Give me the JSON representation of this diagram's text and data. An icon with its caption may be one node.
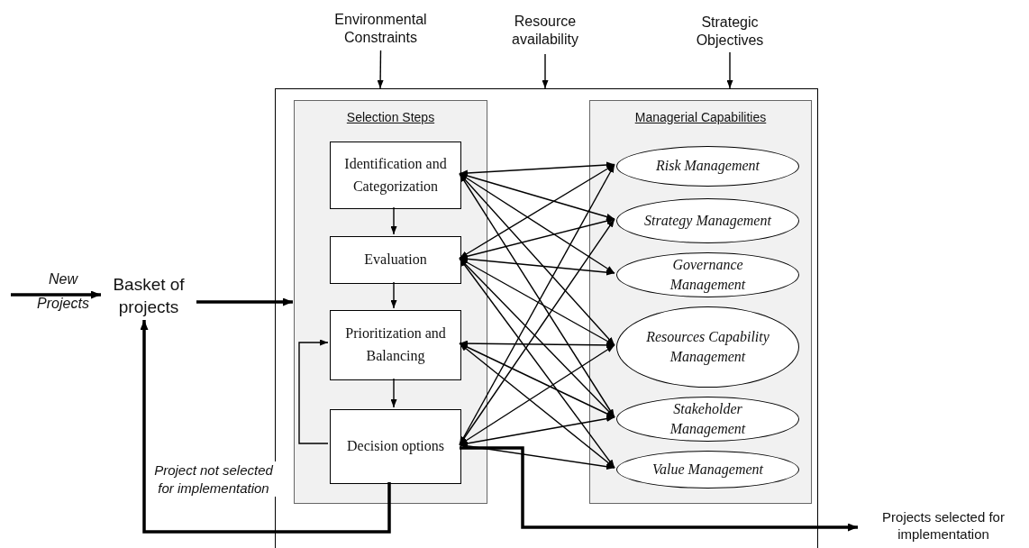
{
  "diagram": {
    "nodes": [
      {
        "text": [
          "Environmental Constraints"
        ]
      },
      {
        "text": [
          "Resource availability"
        ]
      },
      {
        "text": [
          "Strategic Objectives"
        ]
      },
      {
        "text": [],
        "shape": "box"
      },
      {
        "text": [
          "Selection Steps"
        ],
        "in": 3
      },
      {
        "text": [
          "Identification and Categorization"
        ],
        "in": 4
      },
      {
        "text": [
          "Evaluation"
        ],
        "in": 4
      },
      {
        "text": [
          "Prioritization and Balancing"
        ],
        "in": 4
      },
      {
        "text": [
          "Decision options"
        ],
        "in": 4
      },
      {
        "text": [
          "Managerial Capabilities"
        ],
        "in": 3
      },
      {
        "text": [
          "Risk Management"
        ],
        "in": 9
      },
      {
        "text": [
          "Strategy Management"
        ],
        "in": 9
      },
      {
        "text": [
          "Governance Management"
        ],
        "in": 9
      },
      {
        "text": [
          "Resources Capability Management"
        ],
        "in": 9
      },
      {
        "text": [
          "Stakeholder Management"
        ],
        "in": 9
      },
      {
        "text": [
          "Value Management"
        ],
        "in": 9
      },
      {
        "text": [
          "Basket of projects"
        ]
      },
      {
        "text": [
          "Projects selected for implementation"
        ]
      }
    ],
    "edges": [
      {
        "from": 0,
        "to": 3,
        "arrow": "to"
      },
      {
        "from": 1,
        "to": 3,
        "arrow": "to"
      },
      {
        "from": 2,
        "to": 3,
        "arrow": "to"
      },
      {
        "from": null,
        "to": 16,
        "arrow": "to",
        "label": "New Projects",
        "style": "thick"
      },
      {
        "from": 16,
        "to": 4,
        "arrow": "to",
        "style": "thick"
      },
      {
        "from": 5,
        "to": 6,
        "arrow": "to"
      },
      {
        "from": 6,
        "to": 7,
        "arrow": "to"
      },
      {
        "from": 7,
        "to": 8,
        "arrow": "to"
      },
      {
        "from": 8,
        "to": 7,
        "arrow": "to"
      },
      {
        "from": 8,
        "to": 16,
        "arrow": "to",
        "label": "Project not selected for implementation",
        "style": "thick"
      },
      {
        "from": 8,
        "to": 17,
        "arrow": "to",
        "style": "thick"
      },
      {
        "from": 5,
        "to": 10,
        "arrow": "both"
      },
      {
        "from": 5,
        "to": 11,
        "arrow": "both"
      },
      {
        "from": 5,
        "to": 12,
        "arrow": "both"
      },
      {
        "from": 5,
        "to": 13,
        "arrow": "both"
      },
      {
        "from": 5,
        "to": 14,
        "arrow": "both"
      },
      {
        "from": 6,
        "to": 10,
        "arrow": "both"
      },
      {
        "from": 6,
        "to": 11,
        "arrow": "both"
      },
      {
        "from": 6,
        "to": 12,
        "arrow": "both"
      },
      {
        "from": 6,
        "to": 13,
        "arrow": "both"
      },
      {
        "from": 6,
        "to": 14,
        "arrow": "both"
      },
      {
        "from": 6,
        "to": 15,
        "arrow": "both"
      },
      {
        "from": 7,
        "to": 13,
        "arrow": "both"
      },
      {
        "from": 7,
        "to": 14,
        "arrow": "both"
      },
      {
        "from": 7,
        "to": 15,
        "arrow": "both"
      },
      {
        "from": 8,
        "to": 10,
        "arrow": "both"
      },
      {
        "from": 8,
        "to": 11,
        "arrow": "both"
      },
      {
        "from": 8,
        "to": 13,
        "arrow": "both"
      },
      {
        "from": 8,
        "to": 14,
        "arrow": "both"
      },
      {
        "from": 8,
        "to": 15,
        "arrow": "both"
      }
    ]
  }
}
